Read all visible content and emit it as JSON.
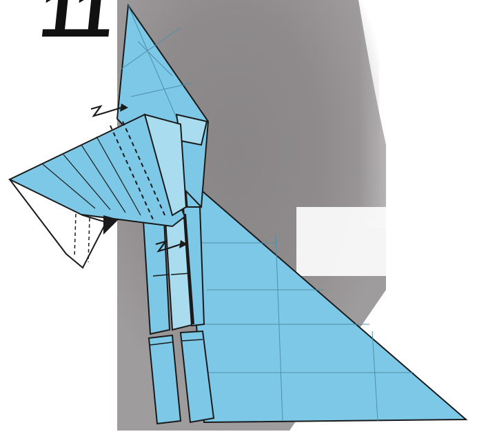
{
  "step": {
    "number": "11"
  },
  "colors": {
    "paper": "#7cc8e6",
    "paper_light": "#a9dcef",
    "paper_white": "#ffffff",
    "outline": "#1a1a1a",
    "crease": "#4f8fa8",
    "backdrop": "#8e8b8c"
  },
  "symbols": [
    "zigzag-pleat-arrow",
    "zigzag-pleat-arrow"
  ]
}
